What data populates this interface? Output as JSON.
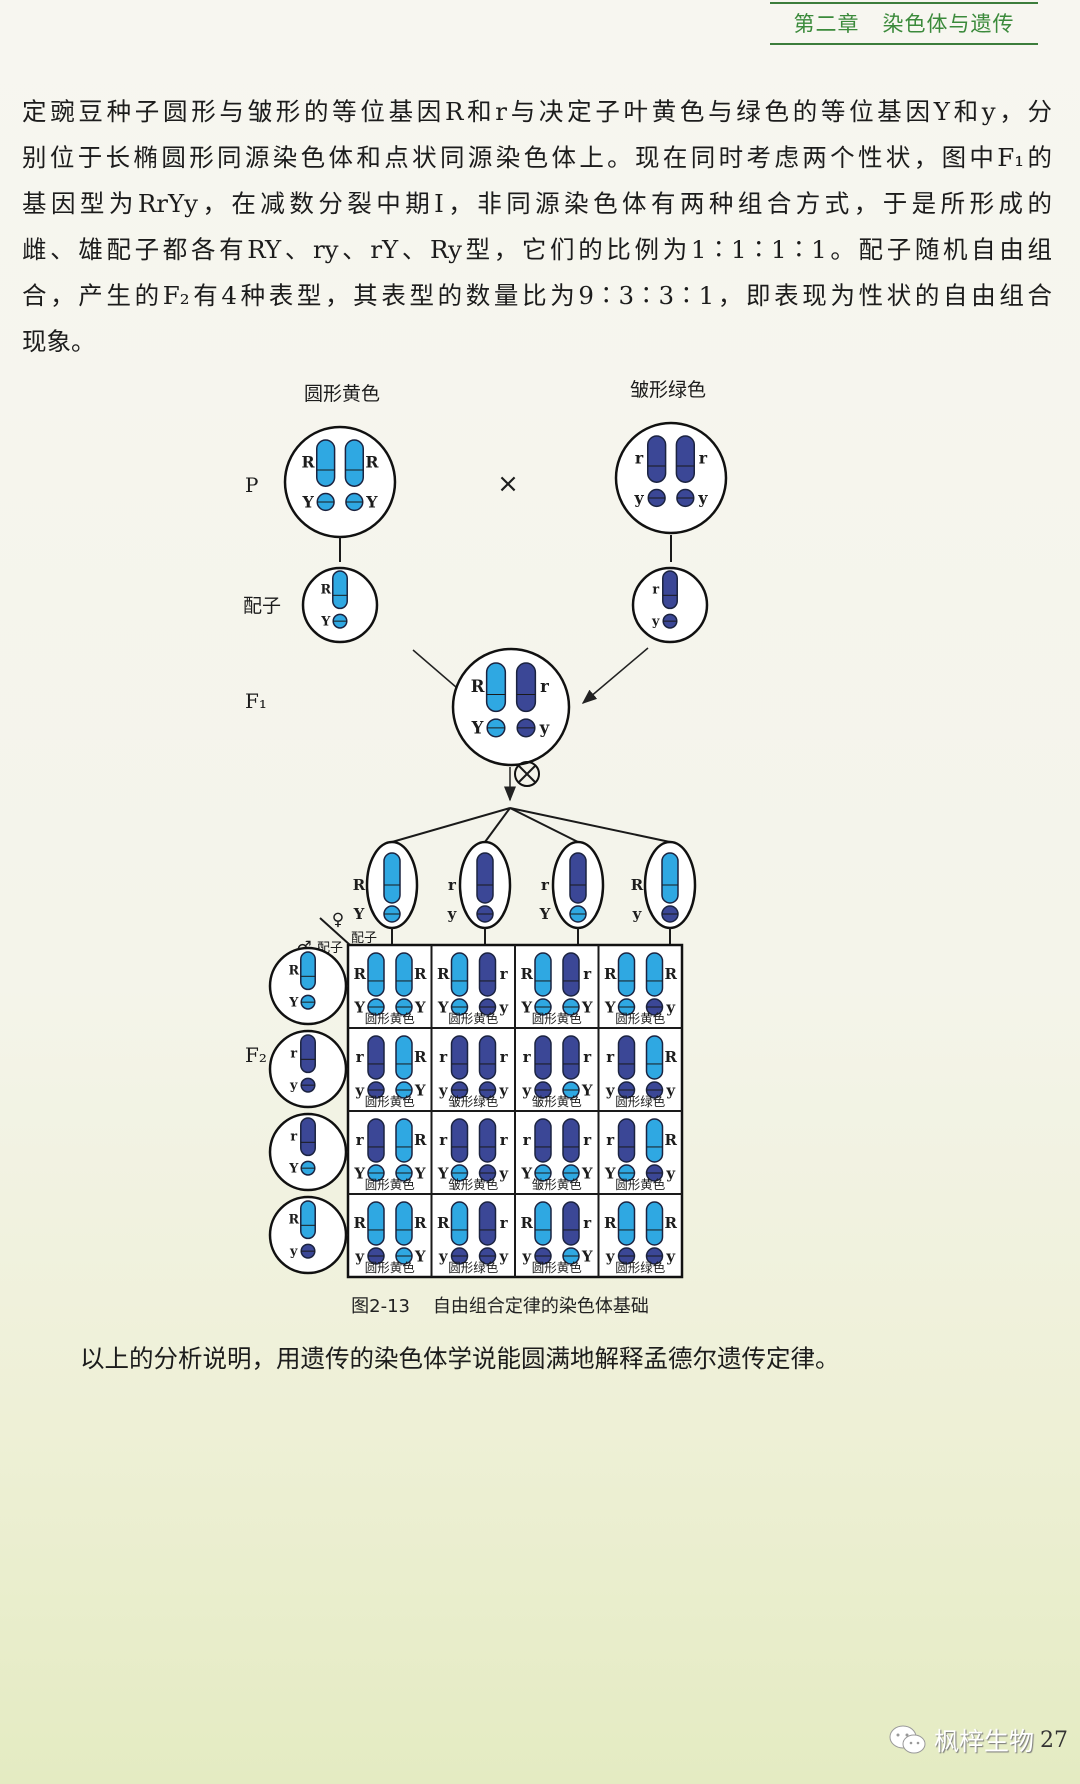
{
  "header": {
    "chapter": "第二章   染色体与遗传"
  },
  "paragraph_lines": [
    "定豌豆种子圆形与皱形的等位基因R和r与决定子叶黄色与绿色的等位基因Y和y，分",
    "别位于长椭圆形同源染色体和点状同源染色体上。现在同时考虑两个性状，图中F₁的",
    "基因型为RrYy，在减数分裂中期Ⅰ，非同源染色体有两种组合方式，于是所形成的",
    "雌、雄配子都各有RY、ry、rY、Ry型，它们的比例为1∶1∶1∶1。配子随机自由组",
    "合，产生的F₂有4种表型，其表型的数量比为9∶3∶3∶1，即表现为性状的自由组合",
    "现象。"
  ],
  "diagram": {
    "labels": {
      "p": "P",
      "gamete": "配子",
      "f1": "F₁",
      "f2": "F₂",
      "cross": "×",
      "female": "♀",
      "male": "♂",
      "female_gamete": "配子",
      "male_gamete": "配子"
    },
    "parents": [
      {
        "phenotype": "圆形黄色",
        "genotype": [
          "RY",
          "RY"
        ]
      },
      {
        "phenotype": "皱形绿色",
        "genotype": [
          "ry",
          "ry"
        ]
      }
    ],
    "parent_gametes": [
      "RY",
      "ry"
    ],
    "f1": [
      "RY",
      "ry"
    ],
    "female_gametes": [
      "RY",
      "ry",
      "rY",
      "Ry"
    ],
    "male_gametes": [
      "RY",
      "ry",
      "rY",
      "Ry"
    ],
    "f2_grid": [
      [
        {
          "g": [
            "RY",
            "RY"
          ],
          "p": "圆形黄色"
        },
        {
          "g": [
            "RY",
            "ry"
          ],
          "p": "圆形黄色"
        },
        {
          "g": [
            "RY",
            "rY"
          ],
          "p": "圆形黄色"
        },
        {
          "g": [
            "RY",
            "Ry"
          ],
          "p": "圆形黄色"
        }
      ],
      [
        {
          "g": [
            "ry",
            "RY"
          ],
          "p": "圆形黄色"
        },
        {
          "g": [
            "ry",
            "ry"
          ],
          "p": "皱形绿色"
        },
        {
          "g": [
            "ry",
            "rY"
          ],
          "p": "皱形黄色"
        },
        {
          "g": [
            "ry",
            "Ry"
          ],
          "p": "圆形绿色"
        }
      ],
      [
        {
          "g": [
            "rY",
            "RY"
          ],
          "p": "圆形黄色"
        },
        {
          "g": [
            "rY",
            "ry"
          ],
          "p": "皱形黄色"
        },
        {
          "g": [
            "rY",
            "rY"
          ],
          "p": "皱形黄色"
        },
        {
          "g": [
            "rY",
            "Ry"
          ],
          "p": "圆形黄色"
        }
      ],
      [
        {
          "g": [
            "Ry",
            "RY"
          ],
          "p": "圆形黄色"
        },
        {
          "g": [
            "Ry",
            "ry"
          ],
          "p": "圆形绿色"
        },
        {
          "g": [
            "Ry",
            "rY"
          ],
          "p": "圆形黄色"
        },
        {
          "g": [
            "Ry",
            "Ry"
          ],
          "p": "圆形绿色"
        }
      ]
    ],
    "colors": {
      "dominant": "#2fa8e2",
      "recessive": "#3b4796",
      "outline": "#1b2340"
    }
  },
  "caption": "图2-13    自由组合定律的染色体基础",
  "conclusion": "以上的分析说明，用遗传的染色体学说能圆满地解释孟德尔遗传定律。",
  "watermark": {
    "text": "枫梓生物",
    "icon": "wechat-icon"
  },
  "page_number": "27"
}
